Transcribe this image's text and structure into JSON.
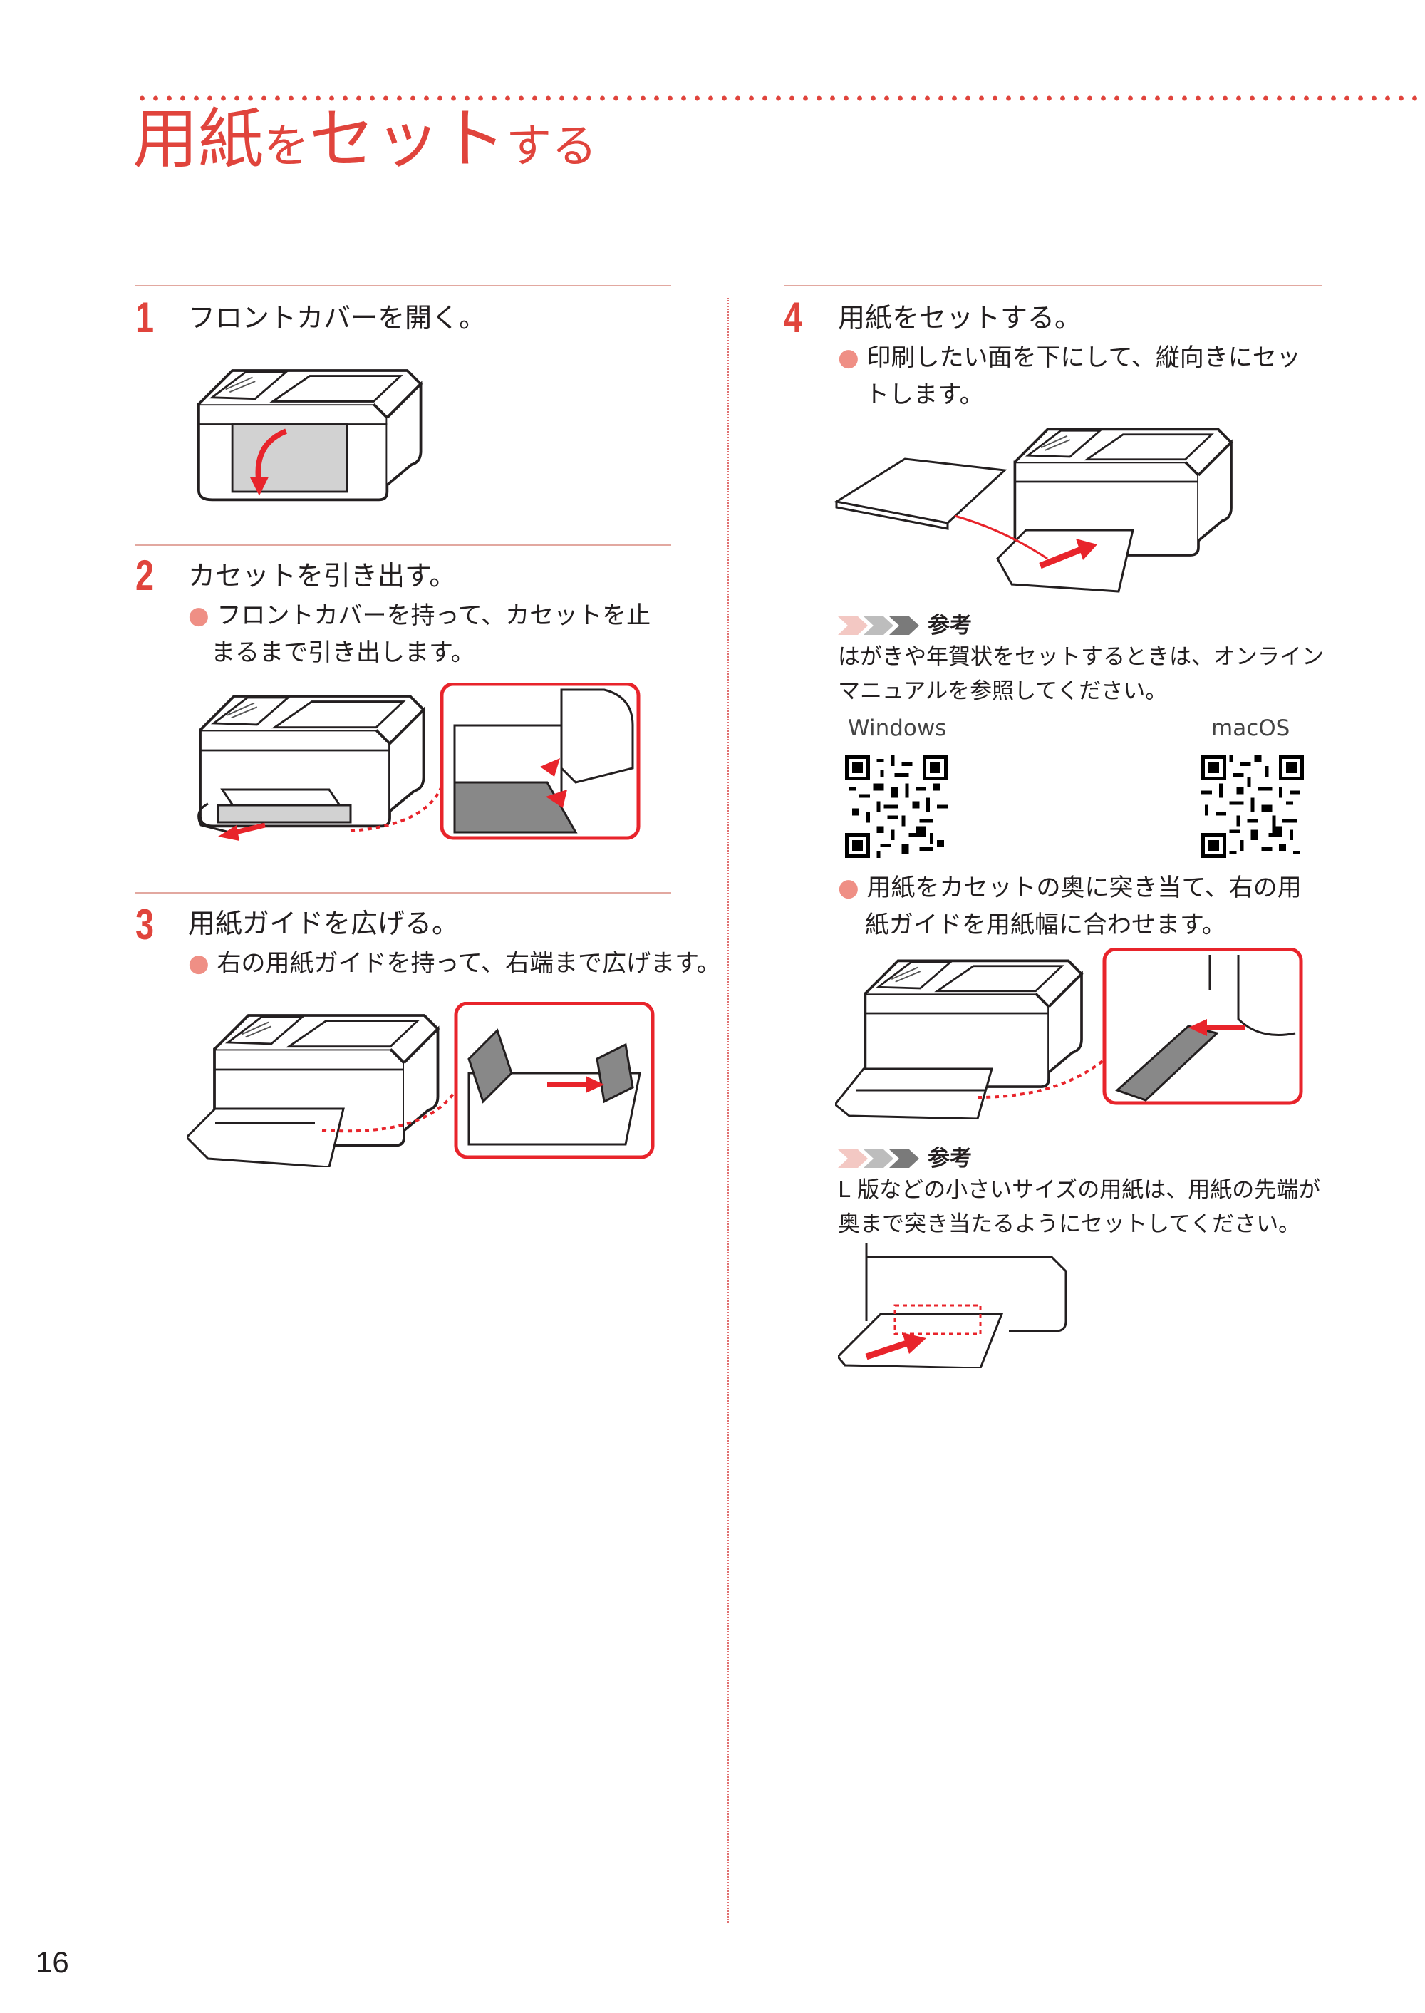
{
  "header": {
    "title_parts": [
      "用紙",
      "を",
      "セット",
      "する"
    ]
  },
  "steps": [
    {
      "number": "1",
      "title": "フロントカバーを開く。"
    },
    {
      "number": "2",
      "title": "カセットを引き出す。",
      "bullet_mark": "●",
      "bullet_lines": [
        "フロントカバーを持って、カセットを止",
        "まるまで引き出します。"
      ]
    },
    {
      "number": "3",
      "title": "用紙ガイドを広げる。",
      "bullet_mark": "●",
      "bullet_lines": [
        "右の用紙ガイドを持って、右端まで広げます。"
      ]
    },
    {
      "number": "4",
      "title": "用紙をセットする。",
      "bullet_mark": "●",
      "bullet_lines": [
        "印刷したい面を下にして、縦向きにセッ",
        "トします。"
      ],
      "bullet2_lines": [
        "用紙をカセットの奥に突き当て、右の用",
        "紙ガイドを用紙幅に合わせます。"
      ]
    }
  ],
  "notes": [
    {
      "heading": "参考",
      "lines": [
        "はがきや年賀状をセットするときは、オンライン",
        "マニュアルを参照してください。"
      ]
    },
    {
      "heading": "参考",
      "lines": [
        "L 版などの小さいサイズの用紙は、用紙の先端が",
        "奥まで突き当たるようにセットしてください。"
      ]
    }
  ],
  "qr_codes": [
    {
      "label": "Windows"
    },
    {
      "label": "macOS"
    }
  ],
  "colors": {
    "accent": "#e0443c",
    "bullet": "#ef8f85",
    "rule": "#e2a8a0"
  },
  "footer": {
    "page_number": "16"
  }
}
